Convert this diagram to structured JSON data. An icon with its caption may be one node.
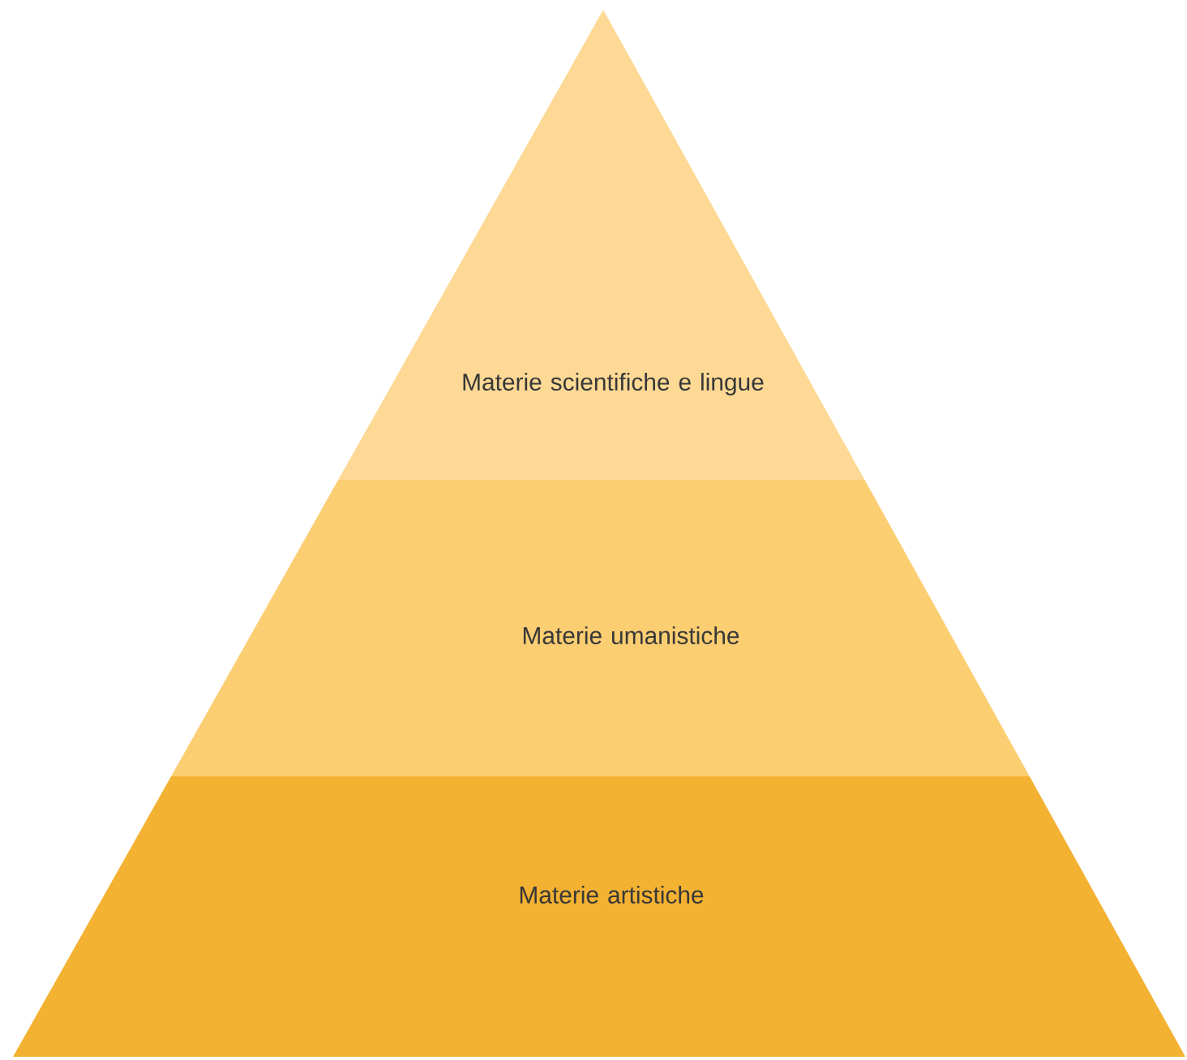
{
  "diagram": {
    "nodes": [
      {
        "text": [
          "Materie scientifiche e lingue"
        ]
      },
      {
        "text": [
          "Materie umanistiche"
        ]
      },
      {
        "text": [
          "Materie artistiche"
        ]
      }
    ]
  }
}
